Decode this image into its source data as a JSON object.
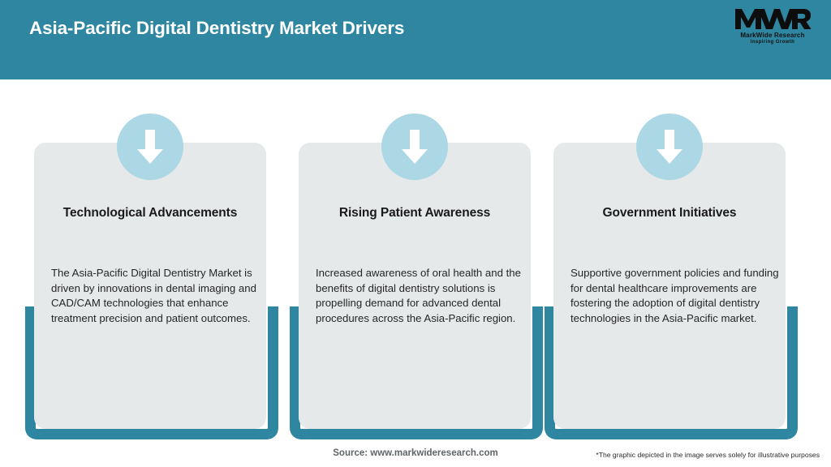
{
  "header": {
    "title": "Asia-Pacific Digital Dentistry Market Drivers",
    "background_color": "#2E86A0",
    "title_color": "#FFFFFF"
  },
  "logo": {
    "mark": "MWR",
    "name": "MarkWide Research",
    "tagline": "Inspiring Growth"
  },
  "cards": [
    {
      "icon": "arrow-down-icon",
      "title": "Technological Advancements",
      "body": "The Asia-Pacific Digital Dentistry Market is driven by innovations in dental imaging and CAD/CAM technologies that enhance treatment precision and patient outcomes."
    },
    {
      "icon": "arrow-down-icon",
      "title": "Rising Patient Awareness",
      "body": "Increased awareness of oral health and the benefits of digital dentistry solutions is propelling demand for advanced dental procedures across the Asia-Pacific region."
    },
    {
      "icon": "arrow-down-icon",
      "title": "Government Initiatives",
      "body": "Supportive government policies and funding for dental healthcare improvements are fostering the adoption of digital dentistry technologies in the Asia-Pacific market."
    }
  ],
  "footer": {
    "source": "Source: www.markwideresearch.com",
    "disclaimer": "*The graphic depicted in the image serves solely for illustrative purposes"
  },
  "colors": {
    "accent_teal": "#2E86A0",
    "card_gray": "#E6E9EA",
    "icon_blue": "#ACD7E5",
    "page_white": "#FFFFFF"
  }
}
